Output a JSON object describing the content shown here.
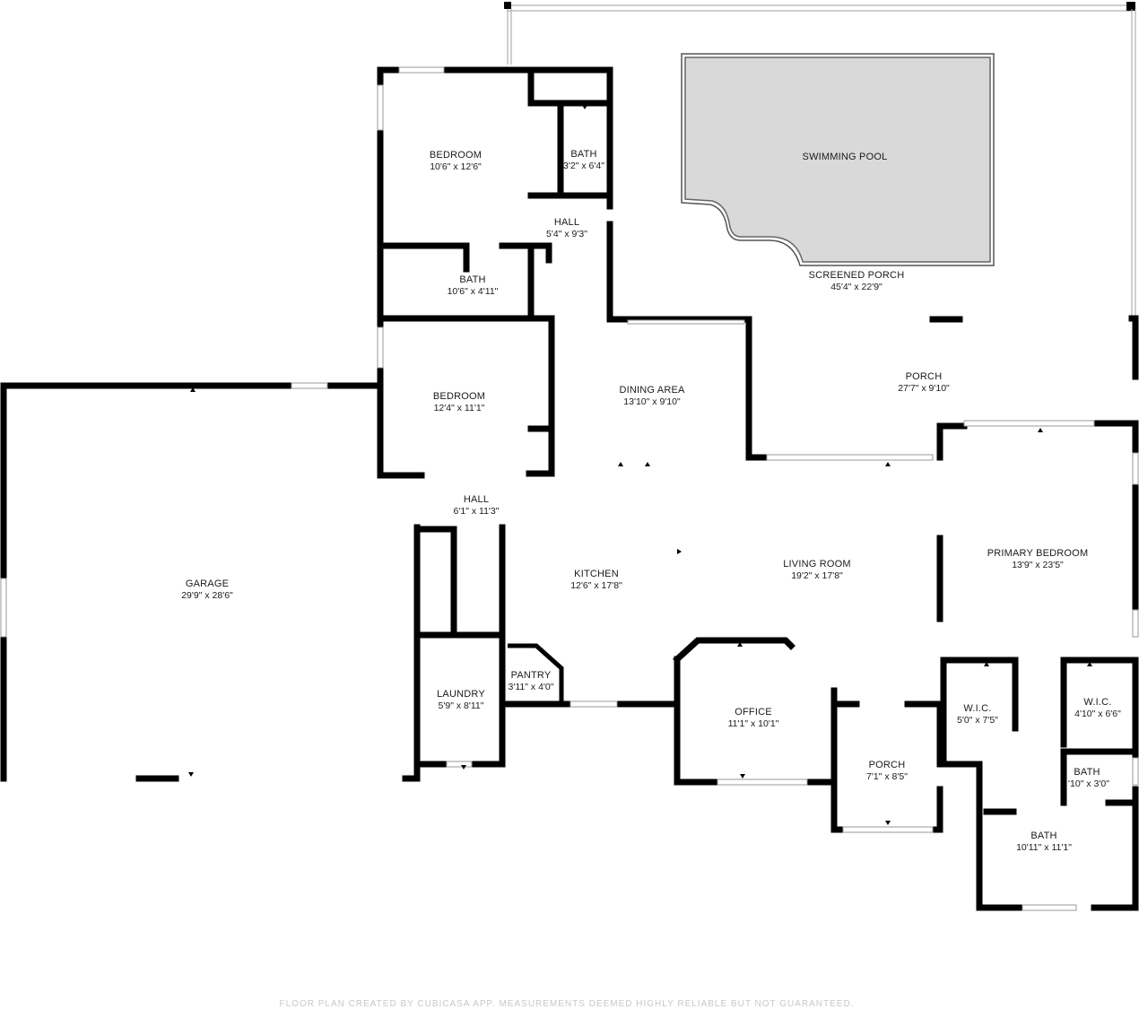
{
  "rooms": [
    {
      "id": "bedroom-1",
      "name": "BEDROOM",
      "dims": "10'6\" x 12'6\""
    },
    {
      "id": "bath-1",
      "name": "BATH",
      "dims": "3'2\" x 6'4\""
    },
    {
      "id": "hall-1",
      "name": "HALL",
      "dims": "5'4\" x 9'3\""
    },
    {
      "id": "bath-2",
      "name": "BATH",
      "dims": "10'6\" x 4'11\""
    },
    {
      "id": "bedroom-2",
      "name": "BEDROOM",
      "dims": "12'4\" x 11'1\""
    },
    {
      "id": "swimming-pool",
      "name": "SWIMMING POOL",
      "dims": ""
    },
    {
      "id": "screened-porch",
      "name": "SCREENED PORCH",
      "dims": "45'4\" x 22'9\""
    },
    {
      "id": "dining-area",
      "name": "DINING AREA",
      "dims": "13'10\" x 9'10\""
    },
    {
      "id": "porch-1",
      "name": "PORCH",
      "dims": "27'7\" x 9'10\""
    },
    {
      "id": "garage",
      "name": "GARAGE",
      "dims": "29'9\" x 28'6\""
    },
    {
      "id": "hall-2",
      "name": "HALL",
      "dims": "6'1\" x 11'3\""
    },
    {
      "id": "kitchen",
      "name": "KITCHEN",
      "dims": "12'6\" x 17'8\""
    },
    {
      "id": "living-room",
      "name": "LIVING ROOM",
      "dims": "19'2\" x 17'8\""
    },
    {
      "id": "primary-bedroom",
      "name": "PRIMARY BEDROOM",
      "dims": "13'9\" x 23'5\""
    },
    {
      "id": "laundry",
      "name": "LAUNDRY",
      "dims": "5'9\" x 8'11\""
    },
    {
      "id": "pantry",
      "name": "PANTRY",
      "dims": "3'11\" x 4'0\""
    },
    {
      "id": "office",
      "name": "OFFICE",
      "dims": "11'1\" x 10'1\""
    },
    {
      "id": "porch-2",
      "name": "PORCH",
      "dims": "7'1\" x 8'5\""
    },
    {
      "id": "wic-1",
      "name": "W.I.C.",
      "dims": "5'0\" x 7'5\""
    },
    {
      "id": "wic-2",
      "name": "W.I.C.",
      "dims": "4'10\" x 6'6\""
    },
    {
      "id": "bath-3",
      "name": "BATH",
      "dims": "'10\" x 3'0\""
    },
    {
      "id": "bath-4",
      "name": "BATH",
      "dims": "10'11\" x 11'1\""
    }
  ],
  "footer": "FLOOR PLAN CREATED BY CUBICASA APP. MEASUREMENTS DEEMED HIGHLY RELIABLE BUT NOT GUARANTEED.",
  "colors": {
    "wall": "#000000",
    "pool_fill": "#d9d9d9",
    "background": "#ffffff"
  }
}
